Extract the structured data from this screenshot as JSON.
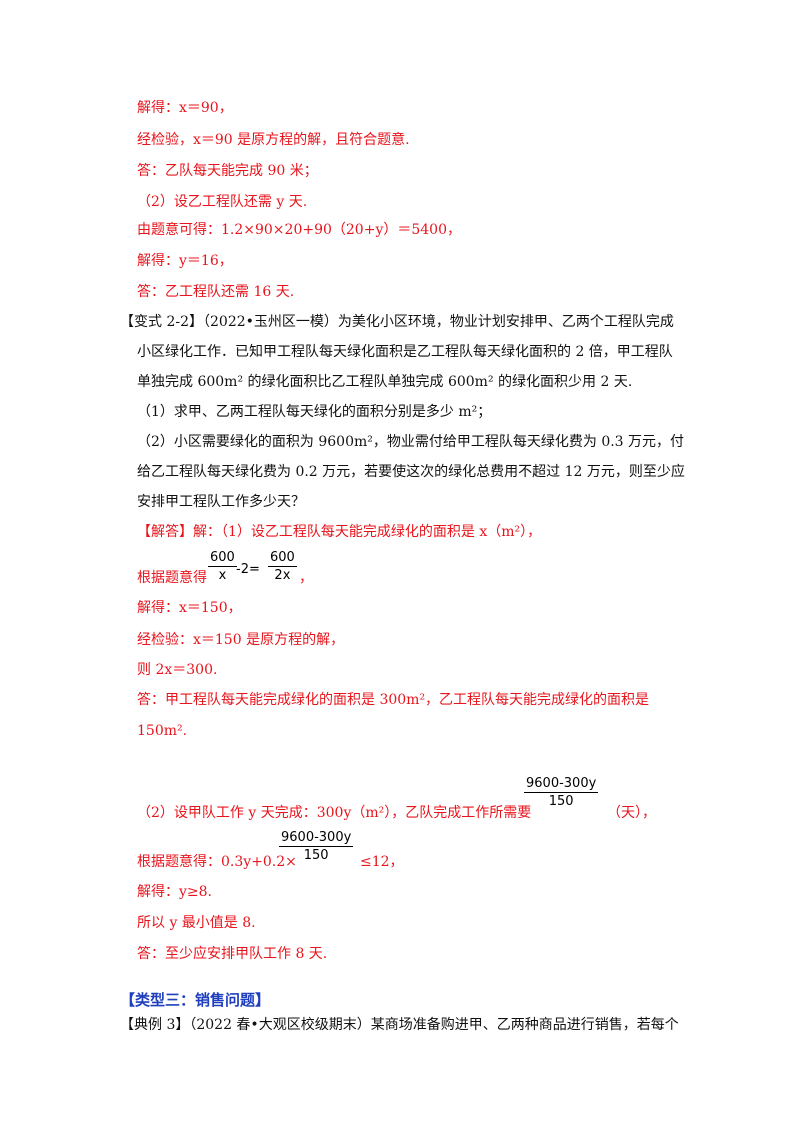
{
  "sol1": {
    "l1": "解得：x＝90，",
    "l2": "经检验，x＝90 是原方程的解，且符合题意.",
    "l3": "答：乙队每天能完成 90 米；",
    "l4": "（2）设乙工程队还需 y 天.",
    "l5": "由题意可得：1.2×90×20+90（20+y）＝5400，",
    "l6": "解得：y＝16，",
    "l7": "答：乙工程队还需 16 天."
  },
  "problem": {
    "tag": "【变式 2-2】",
    "l1": "（2022•玉州区一模）为美化小区环境，物业计划安排甲、乙两个工程队完成",
    "l2": "小区绿化工作．已知甲工程队每天绿化面积是乙工程队每天绿化面积的 2 倍，甲工程队",
    "l3": "单独完成 600m² 的绿化面积比乙工程队单独完成 600m² 的绿化面积少用 2 天.",
    "l4": "（1）求甲、乙两工程队每天绿化的面积分别是多少 m²；",
    "l5": "（2）小区需要绿化的面积为 9600m²，物业需付给甲工程队每天绿化费为 0.3 万元，付",
    "l6": "给乙工程队每天绿化费为 0.2 万元，若要使这次的绿化总费用不超过 12 万元，则至少应",
    "l7": "安排甲工程队工作多少天？"
  },
  "sol2": {
    "tag": "【解答】",
    "l1": "解：（1）设乙工程队每天能完成绿化的面积是 x（m²），",
    "l2_prefix": "根据题意得",
    "f1_num": "600",
    "f1_den": "x",
    "f1_mid": "-2=",
    "f2_num": "600",
    "f2_den": "2x",
    "l2_suffix": "，",
    "l3": "解得：x＝150，",
    "l4": "经检验：x＝150 是原方程的解，",
    "l5": "则 2x＝300.",
    "l6": "答：甲工程队每天能完成绿化的面积是 300m²，乙工程队每天能完成绿化的面积是",
    "l7": "150m².",
    "l8_prefix": "（2）设甲队工作 y 天完成：300y（m²），乙队完成工作所需要",
    "f3_num": "9600-300y",
    "f3_den": "150",
    "l8_suffix": "（天），",
    "l9_prefix": "根据题意得：0.3y+0.2×",
    "f4_num": "9600-300y",
    "f4_den": "150",
    "l9_suffix": "≤12，",
    "l10": "解得：y≥8.",
    "l11": "所以 y 最小值是 8.",
    "l12": "答：至少应安排甲队工作 8 天."
  },
  "section": {
    "title": "【类型三：销售问题】"
  },
  "example": {
    "text": "【典例 3】（2022 春•大观区校级期末）某商场准备购进甲、乙两种商品进行销售，若每个"
  }
}
